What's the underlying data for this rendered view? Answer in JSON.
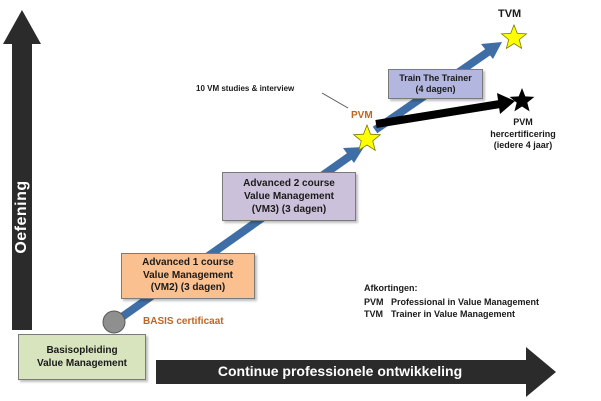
{
  "axes": {
    "vertical_label": "Oefening",
    "horizontal_label": "Continue professionele ontwikkeling"
  },
  "boxes": {
    "basis": {
      "lines": [
        "Basisopleiding",
        "Value Management"
      ],
      "color": "#d7e4bd"
    },
    "advanced1": {
      "lines": [
        "Advanced 1 course",
        "Value Management",
        "(VM2) (3 dagen)"
      ],
      "color": "#fac090"
    },
    "advanced2": {
      "lines": [
        "Advanced 2 course",
        "Value Management",
        "(VM3) (3 dagen)"
      ],
      "color": "#ccc1da"
    },
    "train_the_trainer": {
      "lines": [
        "Train The Trainer",
        "(4 dagen)"
      ],
      "color": "#b3b6de"
    }
  },
  "labels": {
    "basis_certificaat": "BASIS certificaat",
    "pvm": "PVM",
    "tvm": "TVM",
    "studies": "10 VM studies & interview",
    "recert": [
      "PVM",
      "hercertificering",
      "(iedere 4 jaar)"
    ]
  },
  "abbreviations": {
    "title": "Afkortingen:",
    "items": [
      {
        "key": "PVM",
        "value": "Professional in Value Management"
      },
      {
        "key": "TVM",
        "value": "Trainer in Value Management"
      }
    ]
  },
  "colors": {
    "axis": "#2b2b2b",
    "path_arrow": "#3f6ea6",
    "orange_text": "#c0651f",
    "star_yellow": "#ffff00",
    "star_black": "#000000"
  }
}
